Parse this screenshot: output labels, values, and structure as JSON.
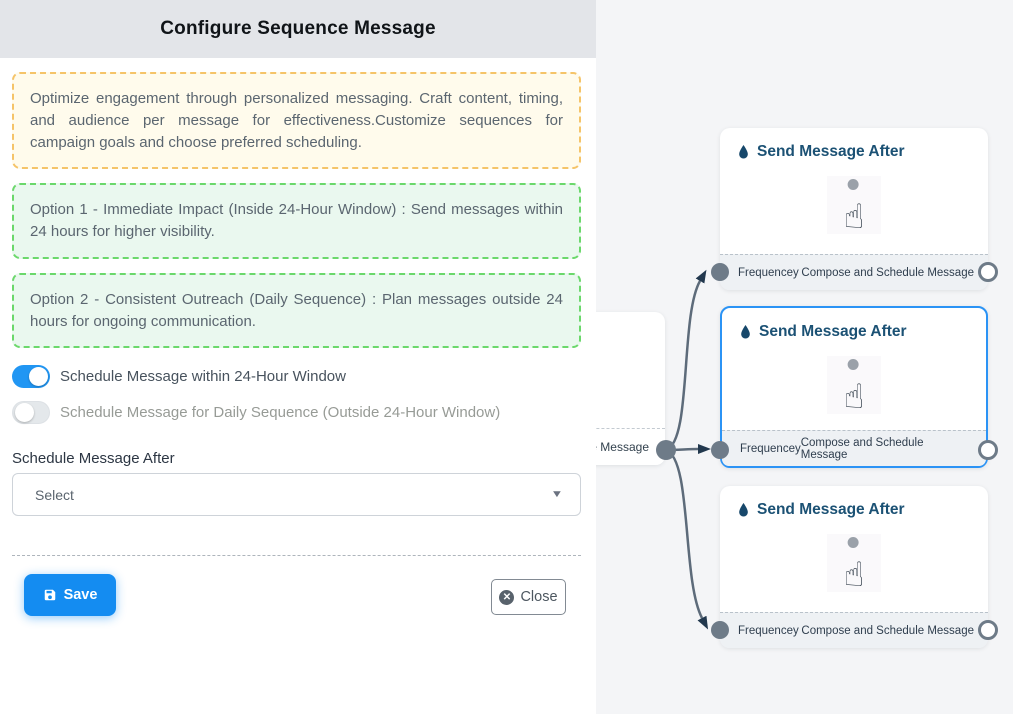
{
  "panel": {
    "title": "Configure Sequence Message",
    "intro_note": "Optimize engagement through personalized messaging. Craft content, timing, and audience per message for effectiveness.Customize sequences for campaign goals and choose preferred scheduling.",
    "options": [
      "Option 1 - Immediate Impact (Inside 24-Hour Window) : Send messages within 24 hours for higher visibility.",
      "Option 2 - Consistent Outreach (Daily Sequence) : Plan messages outside 24 hours for ongoing communication."
    ],
    "toggles": [
      {
        "label": "Schedule Message within 24-Hour Window",
        "state": "on"
      },
      {
        "label": "Schedule Message for Daily Sequence (Outside 24-Hour Window)",
        "state": "off"
      }
    ],
    "schedule_after": {
      "label": "Schedule Message After",
      "value": "Select"
    },
    "buttons": {
      "save": "Save",
      "close": "Close"
    }
  },
  "canvas": {
    "partial_node": {
      "footer_label": "ce Message"
    },
    "nodes": [
      {
        "title": "Send Message After",
        "footer_left": "Frequencey",
        "footer_right": "Compose and Schedule Message",
        "selected": false
      },
      {
        "title": "Send Message After",
        "footer_left": "Frequencey",
        "footer_right": "Compose and Schedule Message",
        "selected": true
      },
      {
        "title": "Send Message After",
        "footer_left": "Frequencey",
        "footer_right": "Compose and Schedule Message",
        "selected": false
      }
    ]
  },
  "colors": {
    "header_bg": "#e3e5e9",
    "note_yellow_border": "#f5c469",
    "note_yellow_bg": "#fffbec",
    "note_green_border": "#6bd86b",
    "note_green_bg": "#eaf8ef",
    "toggle_on": "#2196f3",
    "save_button": "#148cf1",
    "selected_node_border": "#2b93f5",
    "node_title": "#1b5174",
    "edge": "#5d6b7a",
    "arrowhead": "#22384e",
    "port": "#6e7b88",
    "canvas_bg": "#f4f5f7"
  }
}
